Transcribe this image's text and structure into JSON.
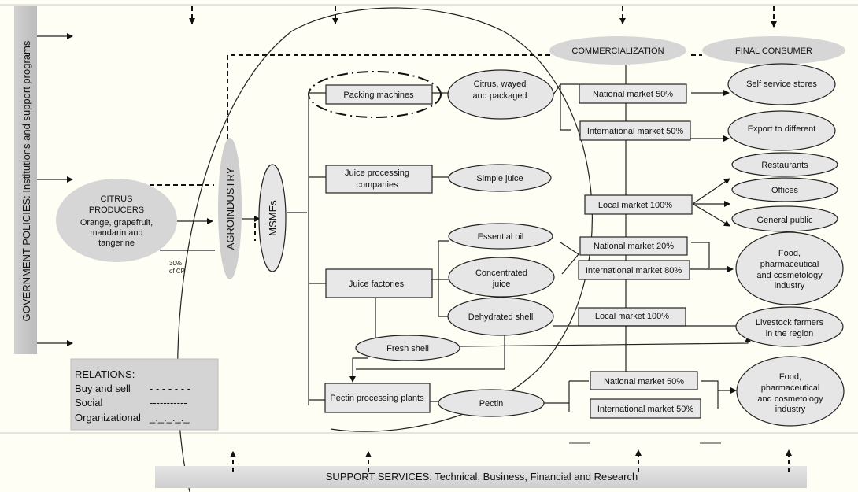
{
  "government_policies": "GOVERNMENT POLICIES: Institutions and support programs",
  "support_services": "SUPPORT SERVICES: Technical, Business, Financial and Research",
  "citrus_producers": {
    "title_lines": [
      "CITRUS",
      "PRODUCERS"
    ],
    "detail_lines": [
      "Orange, grapefruit,",
      "mandarin and",
      "tangerine"
    ],
    "share_lines": [
      "30%",
      "of CP"
    ]
  },
  "agroindustry": "AGROINDUSTRY",
  "msmes": "MSMEs",
  "processors": {
    "packing": "Packing machines",
    "juice_processing": [
      "Juice processing",
      "companies"
    ],
    "juice_factories": "Juice factories",
    "pectin_plants": "Pectin processing plants"
  },
  "products": {
    "citrus_waxed": [
      "Citrus, wayed",
      "and packaged"
    ],
    "simple_juice": "Simple juice",
    "essential_oil": "Essential oil",
    "concentrated_juice": [
      "Concentrated",
      "juice"
    ],
    "dehydrated_shell": "Dehydrated shell",
    "fresh_shell": "Fresh shell",
    "pectin": "Pectin"
  },
  "headers": {
    "commercialization": "COMMERCIALIZATION",
    "final_consumer": "FINAL CONSUMER"
  },
  "markets": {
    "national_50_a": "National market 50%",
    "international_50_a": "International market 50%",
    "local_100_a": "Local market 100%",
    "national_20": "National market 20%",
    "international_80": "International market 80%",
    "local_100_b": "Local market 100%",
    "national_50_b": "National market 50%",
    "international_50_b": "International market 50%"
  },
  "consumers": {
    "self_service": "Self service stores",
    "export": "Export to different",
    "restaurants": "Restaurants",
    "offices": "Offices",
    "general_public": "General public",
    "industry_a": [
      "Food,",
      "pharmaceutical",
      "and cosmetology",
      "industry"
    ],
    "livestock": [
      "Livestock farmers",
      "in the region"
    ],
    "industry_b": [
      "Food,",
      "pharmaceutical",
      "and cosmetology",
      "industry"
    ]
  },
  "legend": {
    "title": "RELATIONS:",
    "items": [
      {
        "label": "Buy and sell",
        "pattern": "- - - - - - -"
      },
      {
        "label": "Social",
        "pattern": "-----------"
      },
      {
        "label": "Organizational",
        "pattern": "_._._._._"
      }
    ]
  }
}
